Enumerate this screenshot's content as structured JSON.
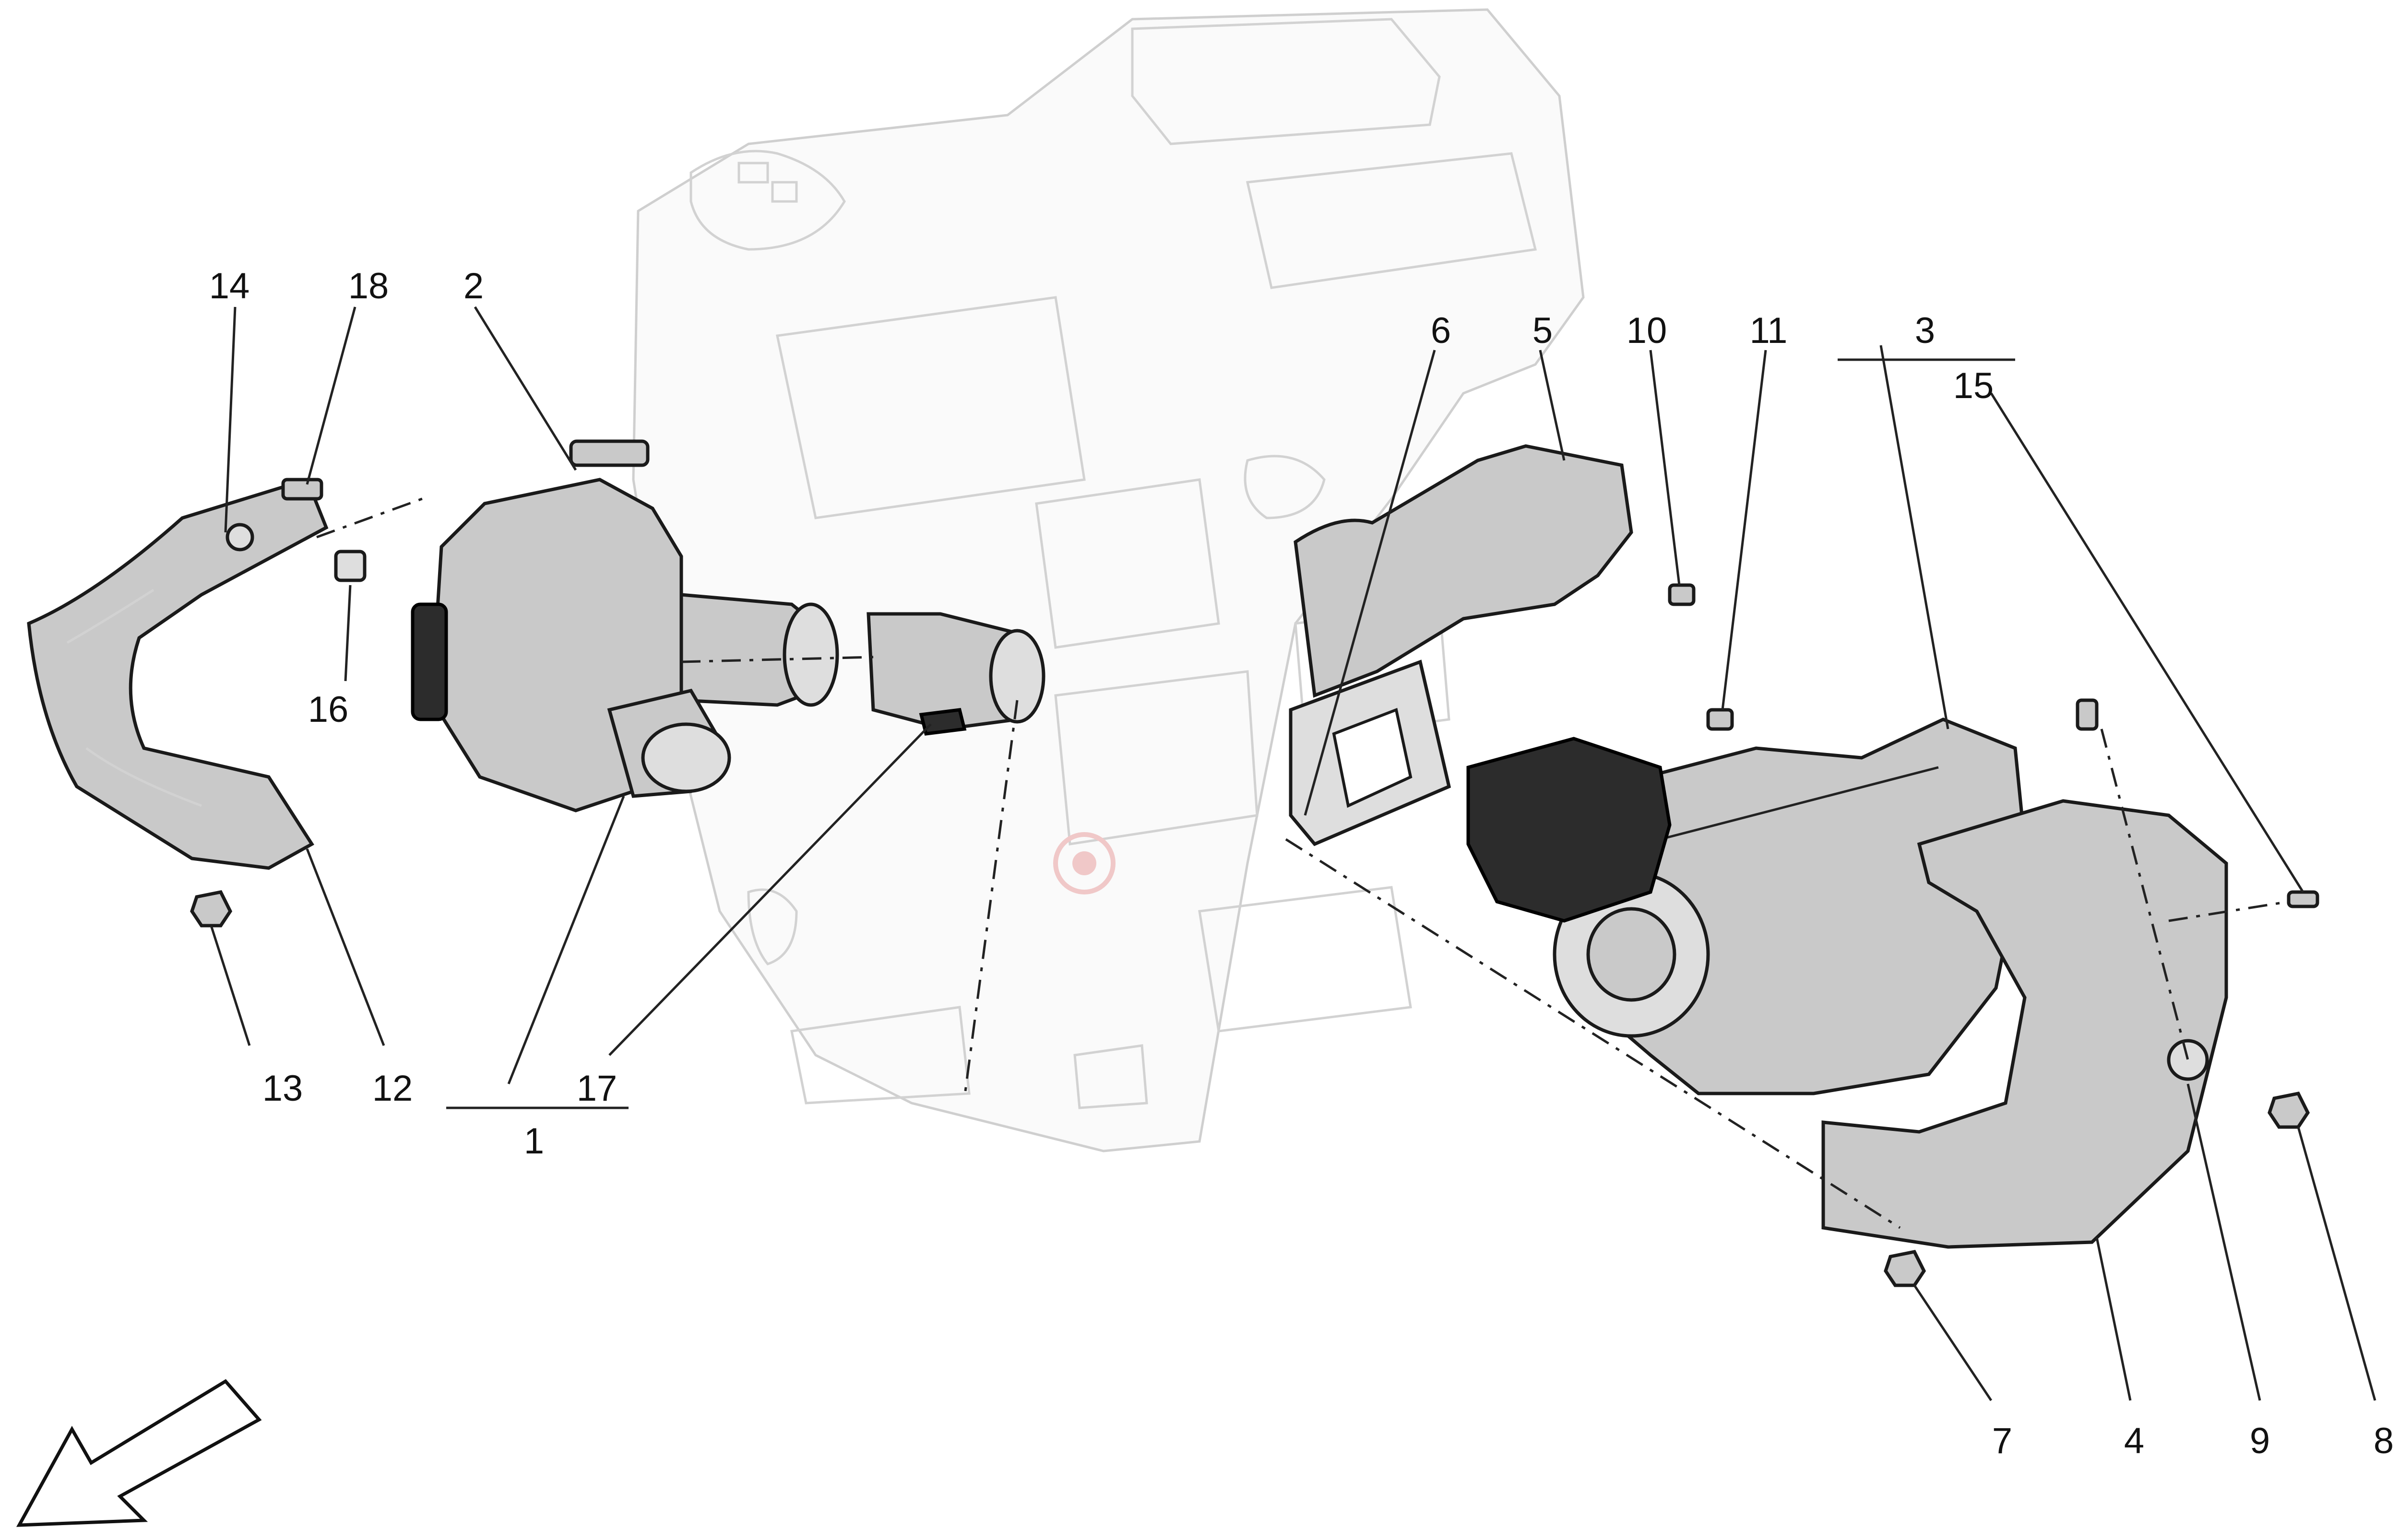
{
  "callouts": {
    "c1": "1",
    "c2": "2",
    "c3": "3",
    "c4": "4",
    "c5": "5",
    "c6": "6",
    "c7": "7",
    "c8": "8",
    "c9": "9",
    "c10": "10",
    "c11": "11",
    "c12": "12",
    "c13": "13",
    "c14": "14",
    "c15": "15",
    "c16": "16",
    "c17": "17",
    "c18": "18"
  },
  "icons": {
    "orientation_arrow": "arrow-down-left-icon",
    "watermark": "watermark-logo-icon"
  },
  "colors": {
    "part_fill": "#c9c9c9",
    "actuator_fill": "#2c2c2c",
    "engine_outline": "#cfcfcf"
  }
}
